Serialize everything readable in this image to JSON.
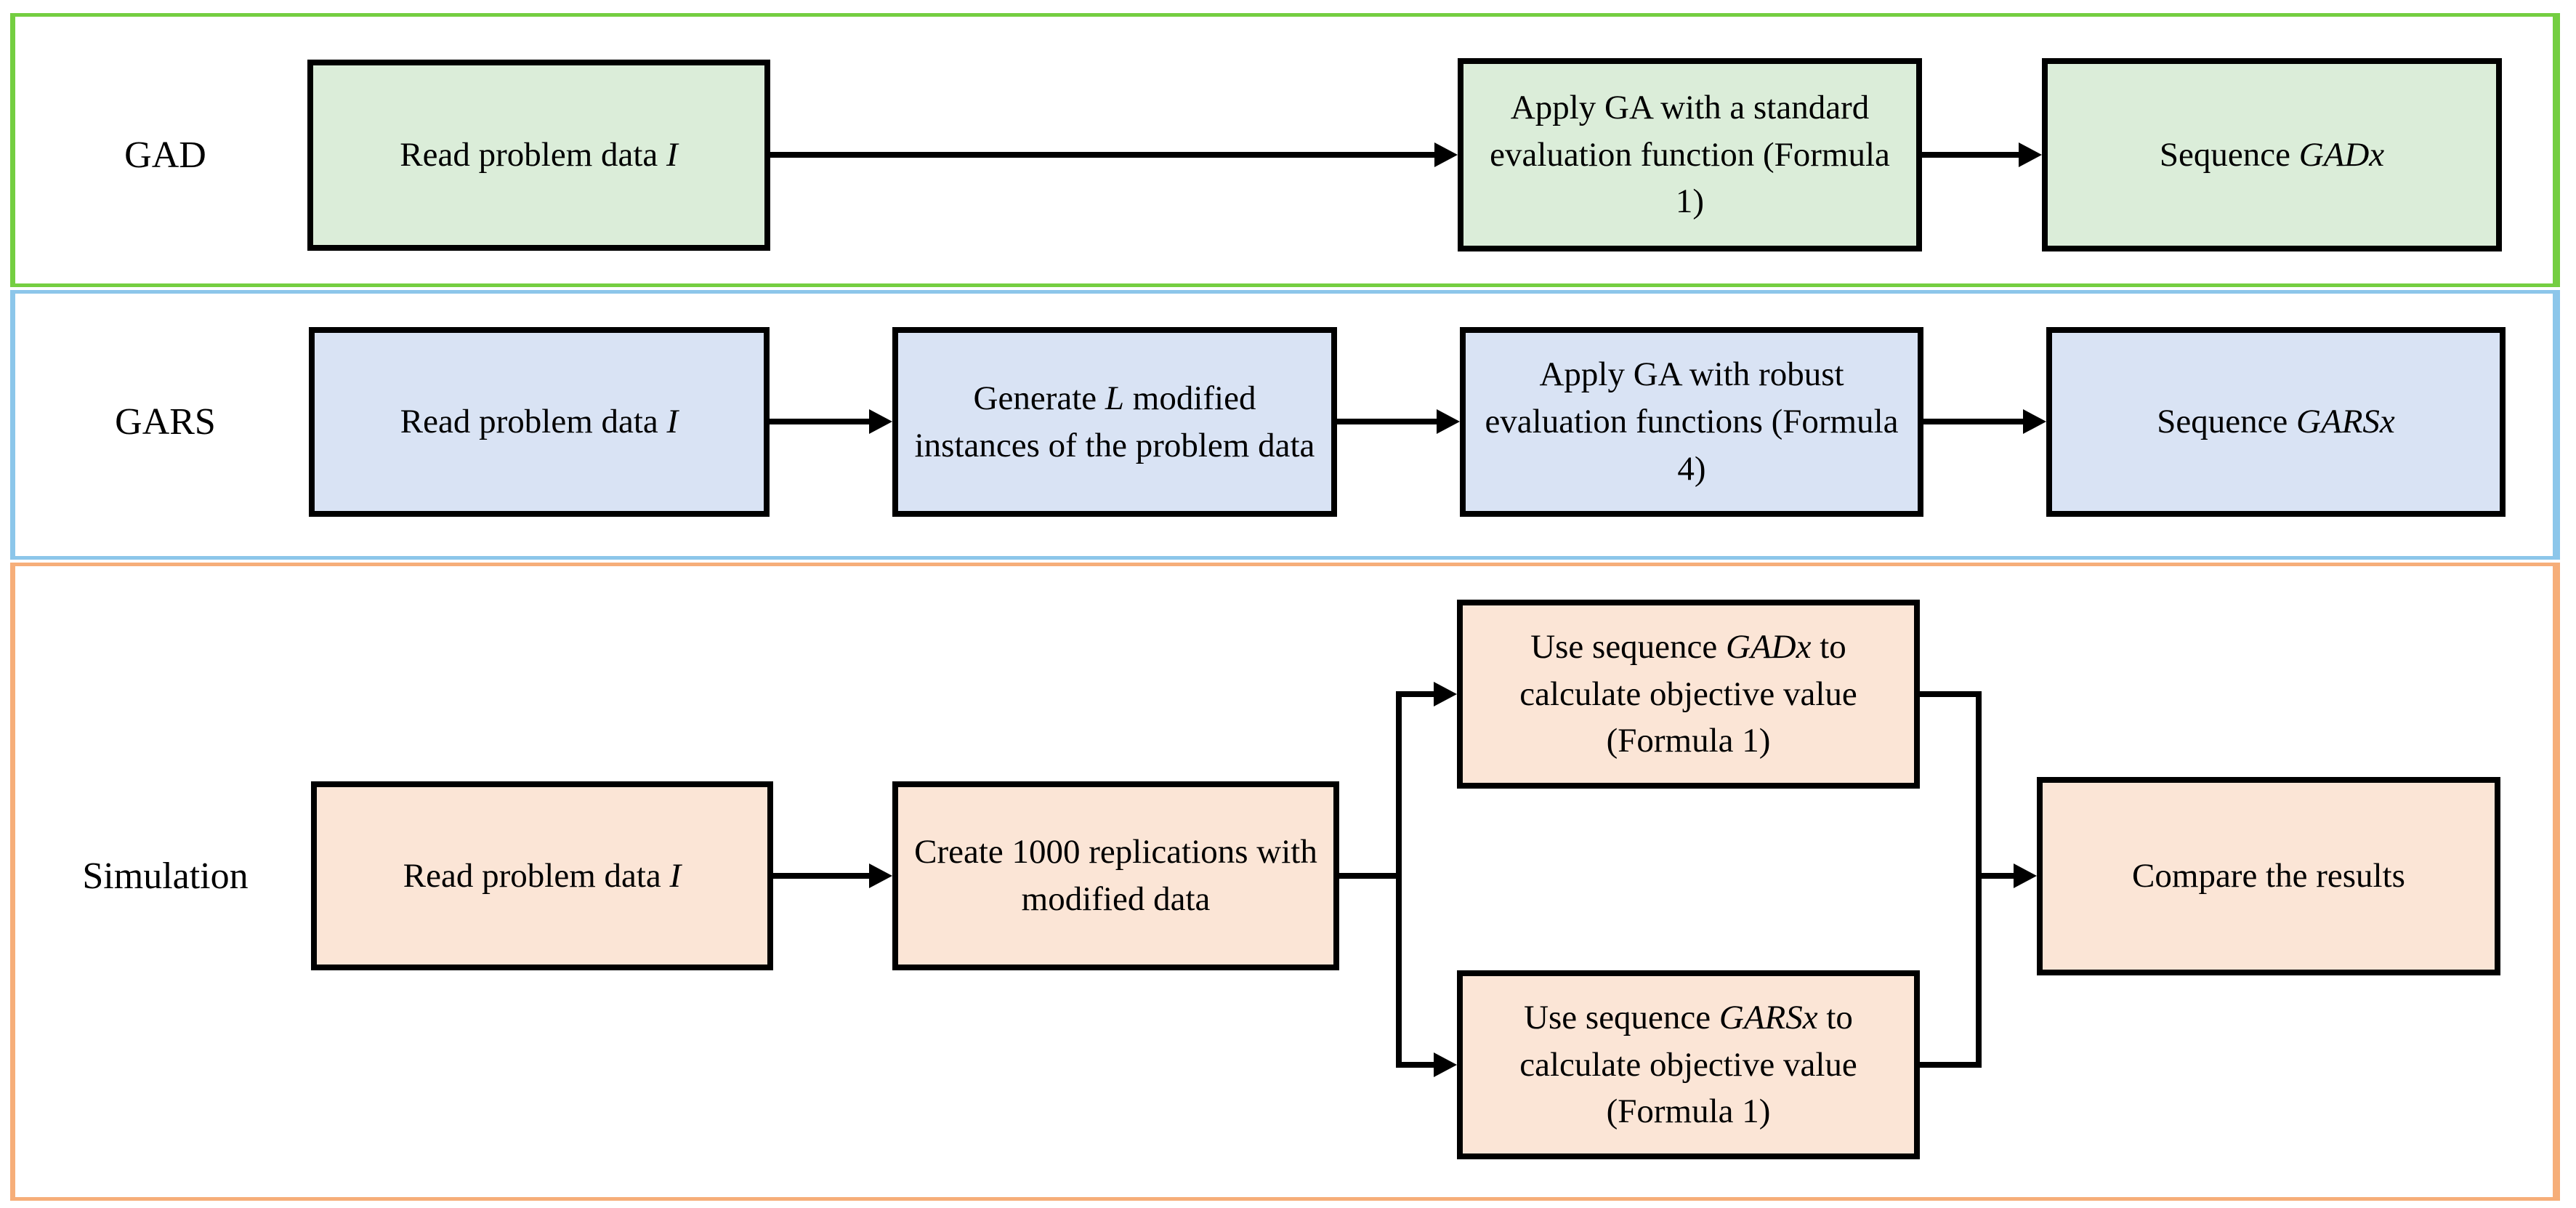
{
  "diagram": {
    "description": "Flowchart with three horizontal lanes comparing GAD, GARS and Simulation procedures",
    "line_color": "#000000",
    "lanes": [
      {
        "label": "GAD",
        "fill": "#dbedd9",
        "border_color": "#74ce41",
        "boxes": [
          {
            "name": "read-problem-data",
            "segments": [
              {
                "t": "Read problem data "
              },
              {
                "t": "I",
                "i": true
              }
            ]
          },
          {
            "name": "apply-ga-standard",
            "segments": [
              {
                "t": "Apply GA with a standard evaluation function (Formula 1)"
              }
            ]
          },
          {
            "name": "sequence-gadx",
            "segments": [
              {
                "t": "Sequence "
              },
              {
                "t": "GADx",
                "i": true
              }
            ]
          }
        ],
        "flow": [
          [
            0,
            1
          ],
          [
            1,
            2
          ]
        ]
      },
      {
        "label": "GARS",
        "fill": "#d9e3f4",
        "border_color": "#8cc6ea",
        "boxes": [
          {
            "name": "read-problem-data",
            "segments": [
              {
                "t": "Read problem data "
              },
              {
                "t": "I",
                "i": true
              }
            ]
          },
          {
            "name": "generate-modified-instances",
            "segments": [
              {
                "t": "Generate "
              },
              {
                "t": "L",
                "i": true
              },
              {
                "t": " modified instances of the problem data"
              }
            ]
          },
          {
            "name": "apply-ga-robust",
            "segments": [
              {
                "t": "Apply GA with robust evaluation functions (Formula 4)"
              }
            ]
          },
          {
            "name": "sequence-garsx",
            "segments": [
              {
                "t": "Sequence "
              },
              {
                "t": "GARSx",
                "i": true
              }
            ]
          }
        ],
        "flow": [
          [
            0,
            1
          ],
          [
            1,
            2
          ],
          [
            2,
            3
          ]
        ]
      },
      {
        "label": "Simulation",
        "fill": "#fbe5d6",
        "border_color": "#f6ae79",
        "boxes": [
          {
            "name": "read-problem-data",
            "segments": [
              {
                "t": "Read problem data "
              },
              {
                "t": "I",
                "i": true
              }
            ]
          },
          {
            "name": "create-1000-replications",
            "segments": [
              {
                "t": "Create 1000 replications with modified data"
              }
            ]
          },
          {
            "name": "use-sequence-gadx",
            "segments": [
              {
                "t": "Use sequence "
              },
              {
                "t": "GADx",
                "i": true
              },
              {
                "t": " to calculate objective value (Formula 1)"
              }
            ]
          },
          {
            "name": "use-sequence-garsx",
            "segments": [
              {
                "t": "Use sequence "
              },
              {
                "t": "GARSx",
                "i": true
              },
              {
                "t": " to calculate objective value (Formula 1)"
              }
            ]
          },
          {
            "name": "compare-results",
            "segments": [
              {
                "t": "Compare the results"
              }
            ]
          }
        ],
        "flow": [
          [
            0,
            1
          ],
          [
            1,
            2
          ],
          [
            1,
            3
          ],
          [
            2,
            4
          ],
          [
            3,
            4
          ]
        ]
      }
    ]
  }
}
